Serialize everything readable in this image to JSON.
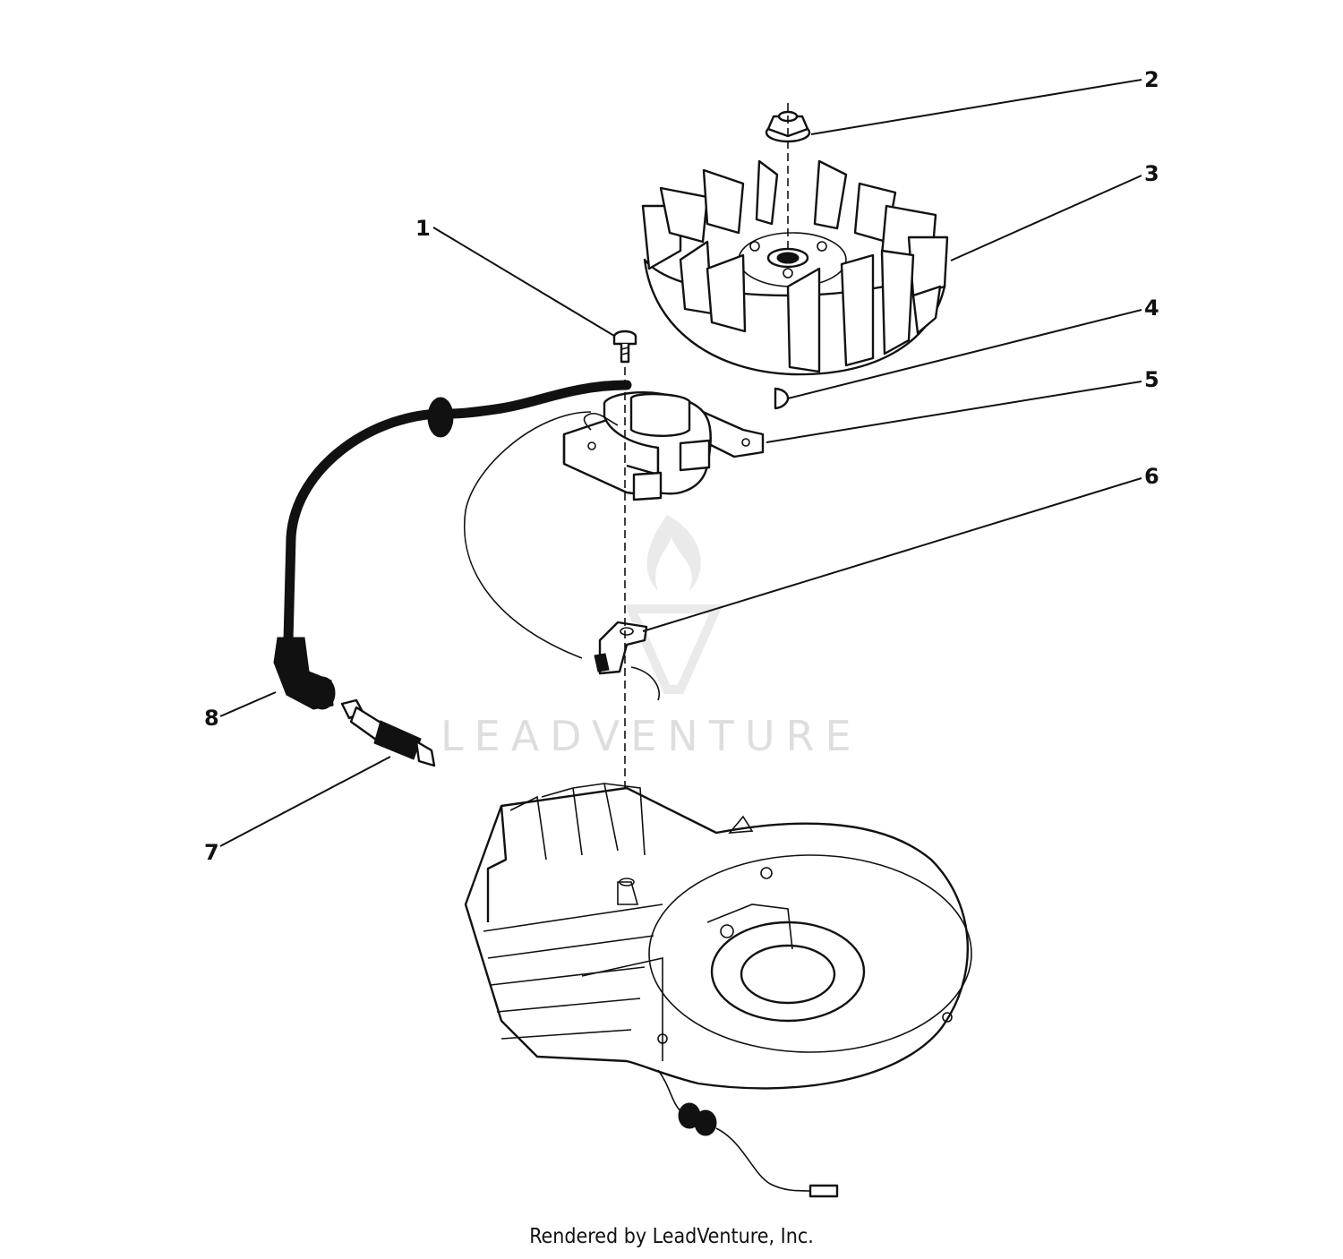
{
  "diagram": {
    "callouts": [
      "1",
      "2",
      "3",
      "4",
      "5",
      "6",
      "7",
      "8"
    ],
    "watermark": "LEADVENTURE",
    "credit": "Rendered by LeadVenture, Inc."
  }
}
